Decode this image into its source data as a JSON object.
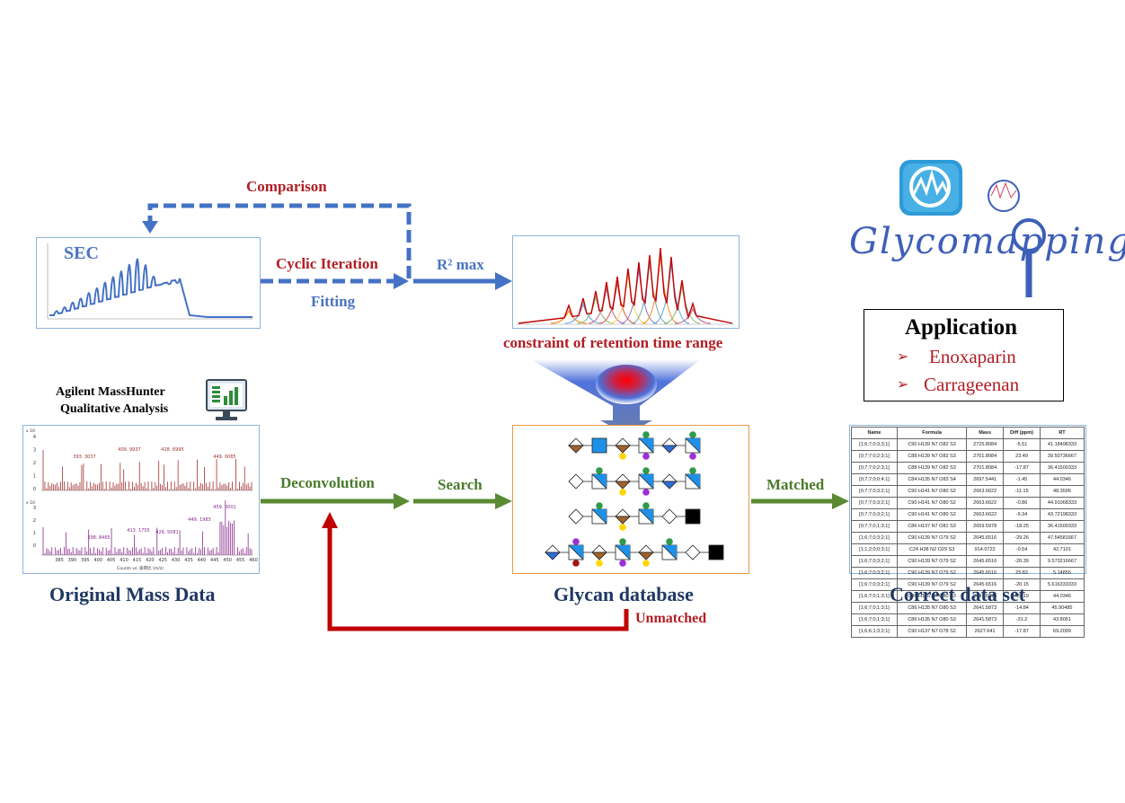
{
  "labels": {
    "comparison": "Comparison",
    "cyclic_iteration": "Cyclic Iteration",
    "fitting": "Fitting",
    "r2max": "R² max",
    "sec": "SEC",
    "constraint": "constraint of retention time range",
    "software_line1": "Agilent MassHunter",
    "software_line2": "Qualitative Analysis",
    "deconvolution": "Deconvolution",
    "search": "Search",
    "matched": "Matched",
    "unmatched": "Unmatched",
    "original_mass_data": "Original Mass Data",
    "glycan_database": "Glycan database",
    "correct_data_set": "Correct data set"
  },
  "logo": {
    "text": "Glycomapping"
  },
  "application": {
    "title": "Application",
    "items": [
      "Enoxaparin",
      "Carrageenan"
    ]
  },
  "mass_spectrum": {
    "top_scale": "x 10",
    "bottom_scale": "x 10",
    "top_y_ticks": [
      "4",
      "3",
      "2",
      "1",
      "0"
    ],
    "bottom_y_ticks": [
      "3",
      "2",
      "1",
      "0"
    ],
    "top_peaks": [
      "393. 3037",
      "409. 9937",
      "428. 6995",
      "449. 0085"
    ],
    "bottom_peaks": [
      "398. 8465",
      "413. 1755",
      "426. 5081",
      "449. 1983",
      "459. 0001"
    ],
    "x_ticks": [
      "385",
      "390",
      "395",
      "400",
      "405",
      "410",
      "415",
      "420",
      "425",
      "430",
      "435",
      "440",
      "445",
      "450",
      "455",
      "460"
    ],
    "x_title": "Counts vs. 质荷比 (m/z)"
  },
  "results_table": {
    "headers": [
      "Name",
      "Formula",
      "Mass",
      "Diff (ppm)",
      "RT"
    ],
    "rows": [
      [
        "[1;6;7;0;3;3;1]",
        "C90 H139 N7 O82 S3",
        "2725.8084",
        "-5.51",
        "41.18498333"
      ],
      [
        "[0;7;7;0;2;3;1]",
        "C88 H139 N7 O82 S3",
        "2701.8084",
        "23.49",
        "39.50736667"
      ],
      [
        "[0;7;7;0;2;3;1]",
        "C88 H139 N7 O82 S3",
        "2701.8084",
        "-17.87",
        "36.41500333"
      ],
      [
        "[0;7;7;0;0;4;1]",
        "C84 H135 N7 O83 S4",
        "2697.5441",
        "-1.45",
        "44.0346"
      ],
      [
        "[0;7;7;0;3;2;1]",
        "C90 H141 N7 O80 S2",
        "2663.6622",
        "-11.15",
        "48.3595"
      ],
      [
        "[0;7;7;0;3;2;1]",
        "C90 H141 N7 O80 S2",
        "2663.6622",
        "-0.86",
        "44.91068333"
      ],
      [
        "[0;7;7;0;3;2;1]",
        "C90 H141 N7 O80 S2",
        "2663.6622",
        "-9.34",
        "43.72198333"
      ],
      [
        "[0;7;7;0;1;3;1]",
        "C86 H137 N7 O81 S3",
        "2659.5978",
        "-18.25",
        "36.41500333"
      ],
      [
        "[1;6;7;0;3;2;1]",
        "C90 H139 N7 O79 S2",
        "2645.6516",
        "-29.26",
        "47.54581667"
      ],
      [
        "[1;1;2;0;0;3;1]",
        "C24 H38 N2 O29 S3",
        "914.0722",
        "-0.54",
        "42.7101"
      ],
      [
        "[1;6;7;0;3;2;1]",
        "C90 H139 N7 O79 S2",
        "2645.6516",
        "-20.39",
        "9.573216667"
      ],
      [
        "[1;6;7;0;3;2;1]",
        "C90 H139 N7 O79 S2",
        "2645.6516",
        "25.82",
        "5.14855"
      ],
      [
        "[1;6;7;0;3;2;1]",
        "C90 H139 N7 O79 S2",
        "2645.6516",
        "-20.15",
        "5.616333333"
      ],
      [
        "[1;6;7;0;1;3;1]",
        "C86 H135 N7 O80 S3",
        "2641.5873",
        "-29.19",
        "44.0346"
      ],
      [
        "[1;6;7;0;1;3;1]",
        "C86 H135 N7 O80 S3",
        "2641.5873",
        "-14.84",
        "45.90485"
      ],
      [
        "[1;6;7;0;1;3;1]",
        "C86 H135 N7 O80 S3",
        "2641.5873",
        "-31.2",
        "43.8051"
      ],
      [
        "[1;6;6;1;3;2;1]",
        "C90 H137 N7 O78 S2",
        "2627.641",
        "-17.87",
        "69.2099"
      ]
    ]
  },
  "colors": {
    "red": "#b21e24",
    "blue": "#4a74c0",
    "green": "#5a8a32",
    "navy": "#1f3864",
    "panel_blue": "#8fb4dc",
    "panel_orange": "#e59a45",
    "logo_blue": "#3d5fb8"
  }
}
